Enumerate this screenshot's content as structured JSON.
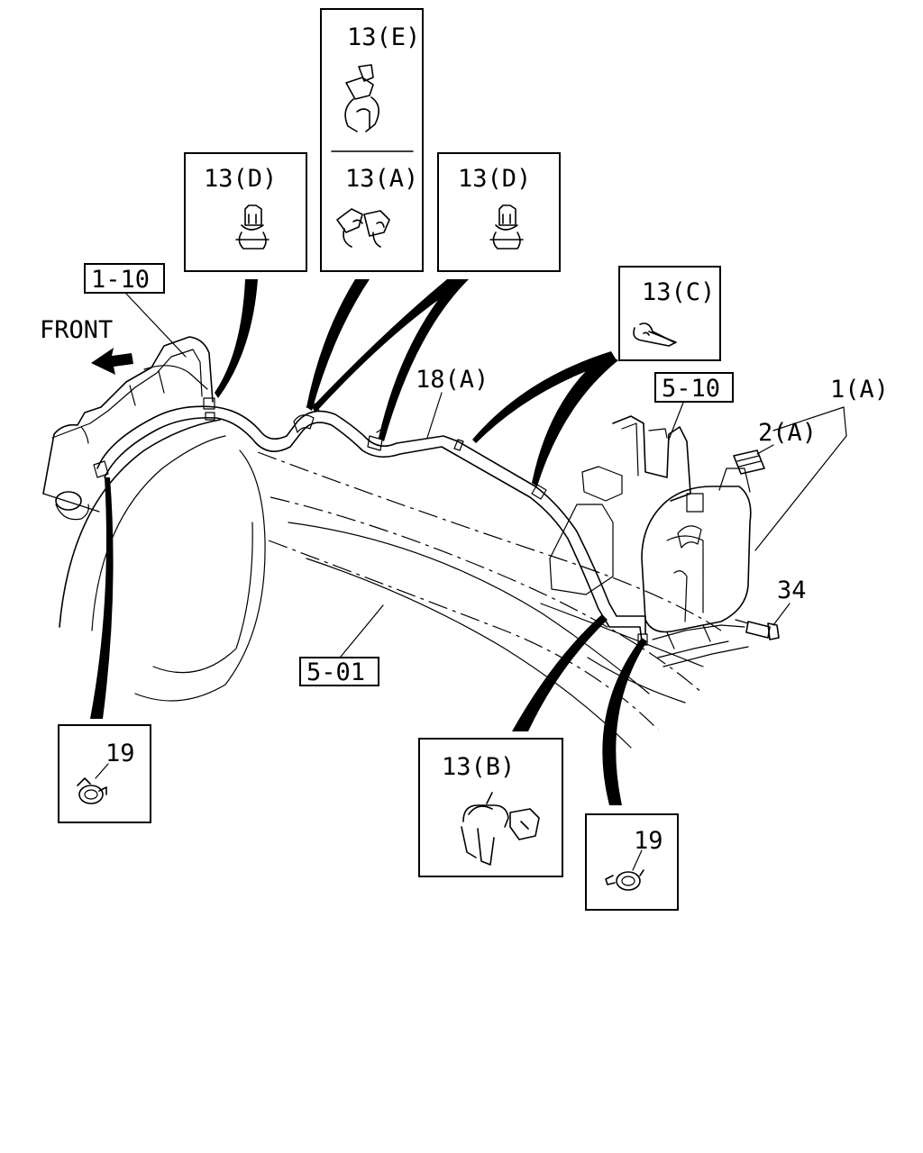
{
  "labels": {
    "front": "FRONT",
    "ref_1_10": "1-10",
    "ref_5_10": "5-10",
    "ref_5_01": "5-01",
    "part_13E": "13(E)",
    "part_13A": "13(A)",
    "part_13D_left": "13(D)",
    "part_13D_right": "13(D)",
    "part_13C": "13(C)",
    "part_13B": "13(B)",
    "part_18A": "18(A)",
    "part_1A": "1(A)",
    "part_2A": "2(A)",
    "part_34": "34",
    "part_19_left": "19",
    "part_19_right": "19"
  }
}
